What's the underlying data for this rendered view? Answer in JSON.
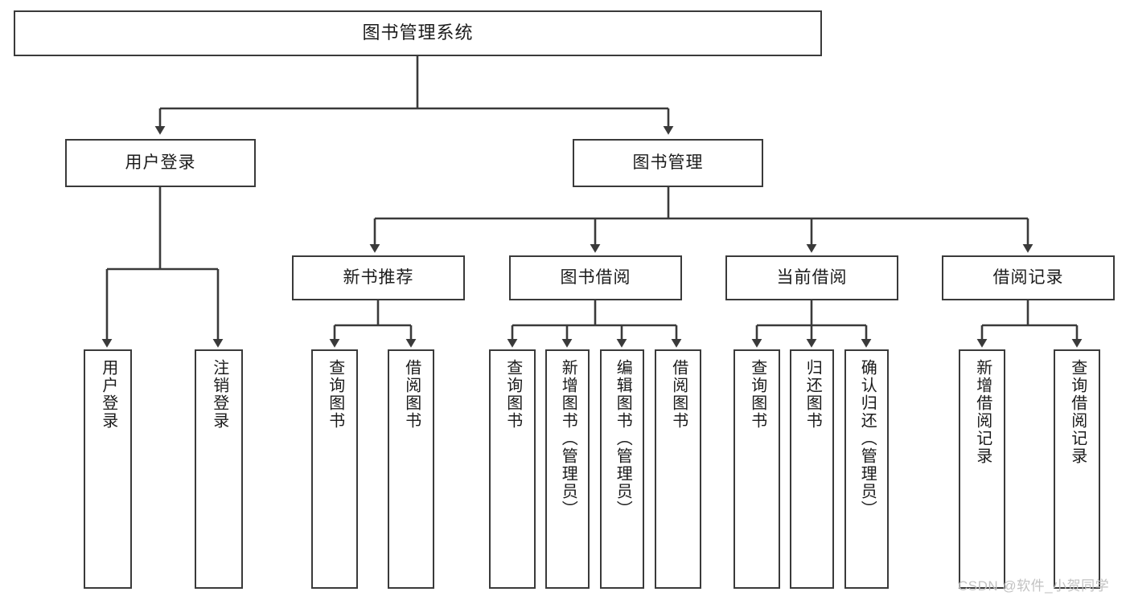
{
  "diagram": {
    "title": "图书管理系统",
    "watermark": "CSDN @软件_小贺同学",
    "colors": {
      "background": "#ffffff",
      "border": "#3a3a3a",
      "text": "#1b1b1b",
      "connector": "#3a3a3a",
      "watermark": "#c2c2c2"
    },
    "nodes": {
      "root": {
        "label": "图书管理系统"
      },
      "level2": [
        {
          "label": "用户登录"
        },
        {
          "label": "图书管理"
        }
      ],
      "level3": [
        {
          "label": "新书推荐"
        },
        {
          "label": "图书借阅"
        },
        {
          "label": "当前借阅"
        },
        {
          "label": "借阅记录"
        }
      ],
      "leaves": {
        "user_login": [
          {
            "label": "用户登录"
          },
          {
            "label": "注销登录"
          }
        ],
        "new_book": [
          {
            "label": "查询图书"
          },
          {
            "label": "借阅图书"
          }
        ],
        "book_borrow": [
          {
            "label": "查询图书"
          },
          {
            "label": "新增图书（管理员）"
          },
          {
            "label": "编辑图书（管理员）"
          },
          {
            "label": "借阅图书"
          }
        ],
        "current_borrow": [
          {
            "label": "查询图书"
          },
          {
            "label": "归还图书"
          },
          {
            "label": "确认归还（管理员）"
          }
        ],
        "borrow_record": [
          {
            "label": "新增借阅记录"
          },
          {
            "label": "查询借阅记录"
          }
        ]
      }
    }
  }
}
